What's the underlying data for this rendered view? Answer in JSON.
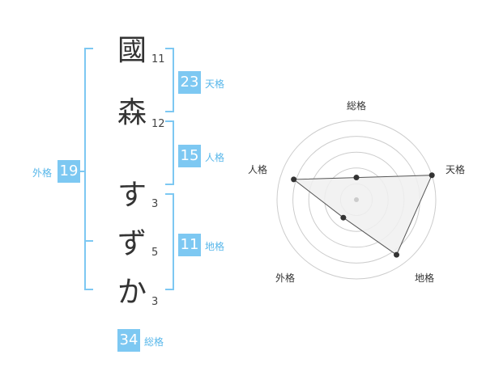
{
  "characters": [
    {
      "char": "國",
      "strokes": "11"
    },
    {
      "char": "森",
      "strokes": "12"
    },
    {
      "char": "す",
      "strokes": "3"
    },
    {
      "char": "ず",
      "strokes": "5"
    },
    {
      "char": "か",
      "strokes": "3"
    }
  ],
  "fortunes": {
    "tenkaku": {
      "value": "23",
      "label": "天格"
    },
    "jinkaku": {
      "value": "15",
      "label": "人格"
    },
    "chikaku": {
      "value": "11",
      "label": "地格"
    },
    "gaikaku": {
      "value": "19",
      "label": "外格"
    },
    "soukaku": {
      "value": "34",
      "label": "総格"
    }
  },
  "radar": {
    "axes": [
      "総格",
      "天格",
      "地格",
      "外格",
      "人格"
    ],
    "values": [
      0.28,
      1.0,
      0.86,
      0.28,
      0.83
    ],
    "fill_color": "#f0f0f0",
    "line_color": "#555555",
    "grid_color": "#cccccc"
  },
  "colors": {
    "accent": "#7dc8f2",
    "label": "#58b7ea"
  }
}
